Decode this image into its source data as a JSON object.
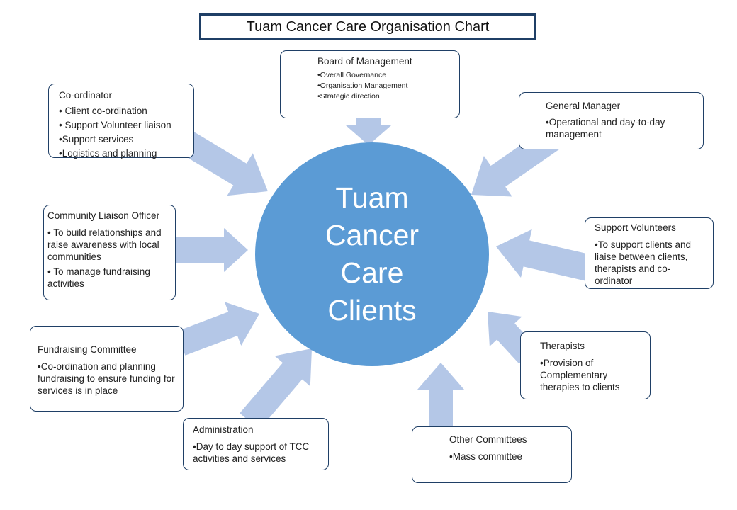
{
  "title": "Tuam Cancer Care Organisation Chart",
  "center": {
    "lines": [
      "Tuam",
      "Cancer",
      "Care",
      "Clients"
    ],
    "color": "#5b9bd5"
  },
  "arrow_color": "#b4c7e7",
  "border_color": "#1f3f66",
  "boxes": {
    "board": {
      "heading": "Board of Management",
      "items": [
        "•Overall Governance",
        "•Organisation Management",
        "•Strategic direction"
      ]
    },
    "coordinator": {
      "heading": "Co-ordinator",
      "items": [
        "• Client co-ordination",
        "• Support Volunteer liaison",
        "•Support services",
        "•Logistics and planning"
      ]
    },
    "general_manager": {
      "heading": "General Manager",
      "items": [
        "•Operational and day-to-day management"
      ]
    },
    "community_liaison": {
      "heading": "Community Liaison Officer",
      "items": [
        "• To build relationships and raise awareness with local communities",
        "• To manage fundraising activities"
      ]
    },
    "support_volunteers": {
      "heading": "Support Volunteers",
      "items": [
        "•To support clients and liaise between clients, therapists and co-ordinator"
      ]
    },
    "fundraising": {
      "heading": "Fundraising Committee",
      "items": [
        "•Co-ordination and planning fundraising to ensure funding for services is in place"
      ]
    },
    "therapists": {
      "heading": "Therapists",
      "items": [
        "•Provision of Complementary therapies to clients"
      ]
    },
    "administration": {
      "heading": "Administration",
      "items": [
        "•Day to day support of TCC activities and services"
      ]
    },
    "other_committees": {
      "heading": "Other Committees",
      "items": [
        "•Mass committee"
      ]
    }
  }
}
